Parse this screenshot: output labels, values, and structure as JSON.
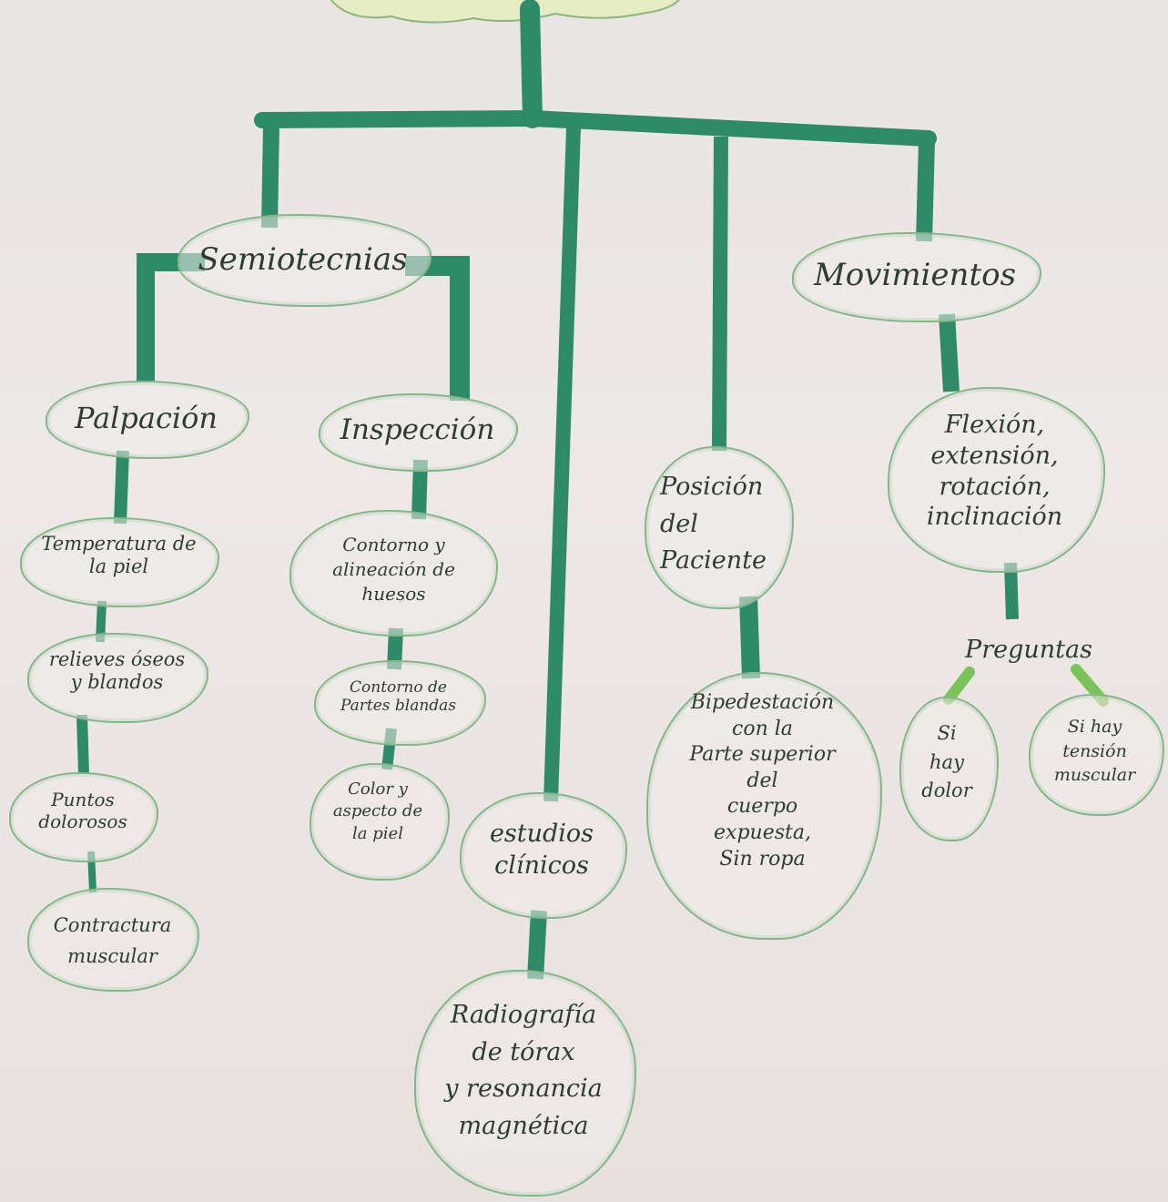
{
  "diagram": {
    "type": "concept-map",
    "colors": {
      "connector": "#2f8a68",
      "connector_light": "#7cc25a",
      "cloud_border": "#86b58c",
      "ink": "#2f3c31",
      "paper": "#ebe6e3"
    },
    "nodes": {
      "semiotecnias": "Semiotecnias",
      "movimientos": "Movimientos",
      "palpacion": "Palpación",
      "inspeccion": "Inspección",
      "posicion": "Posición\ndel\nPaciente",
      "flexion": "Flexión,\nextensión,\nrotación,\ninclinación",
      "temperatura": "Temperatura de\nla piel",
      "relieves": "relieves óseos\ny blandos",
      "puntos": "Puntos\ndolorosos",
      "contractura": "Contractura\nmuscular",
      "contorno_huesos": "Contorno y\nalineación de\nhuesos",
      "contorno_partes": "Contorno de\nPartes blandas",
      "color": "Color y\naspecto de\nla piel",
      "estudios": "estudios\nclínicos",
      "radiografia": "Radiografía\nde tórax\ny resonancia\nmagnética",
      "bipedestacion": "Bipedestación\ncon la\nParte superior\ndel\ncuerpo\nexpuesta,\nSin ropa",
      "preguntas": "Preguntas",
      "si_hay_dolor": "Si\nhay\ndolor",
      "si_hay_tension": "Si hay\ntensión\nmuscular"
    }
  }
}
